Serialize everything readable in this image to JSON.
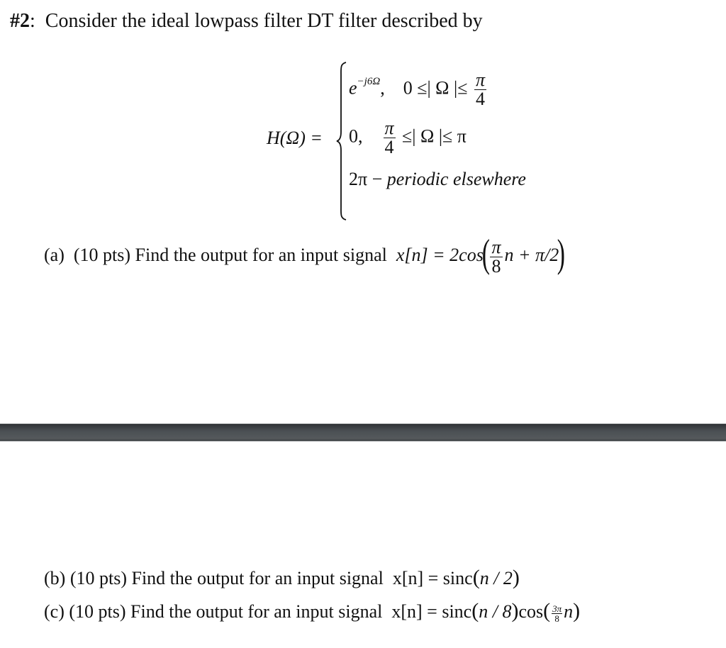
{
  "problem": {
    "number": "#2",
    "separator": ":",
    "intro": "Consider the ideal lowpass filter DT filter described by"
  },
  "filter": {
    "lhs": "H(Ω) =",
    "cases": [
      {
        "value_base": "e",
        "value_exp": "−j6Ω",
        "comma": ",",
        "condition_prefix": "0 ≤| Ω |≤",
        "condition_frac_num": "π",
        "condition_frac_den": "4"
      },
      {
        "value": "0,",
        "condition_frac_num": "π",
        "condition_frac_den": "4",
        "condition_suffix": "≤| Ω |≤ π"
      },
      {
        "value": "2π −",
        "condition_text": "periodic elsewhere"
      }
    ]
  },
  "questions": [
    {
      "label": "(a)",
      "points": "(10 pts)",
      "text": "Find the output for an input signal",
      "signal_lhs": "x[n] = 2cos",
      "arg_frac_num": "π",
      "arg_frac_den": "8",
      "arg_rest": "n + π/2"
    },
    {
      "label": "(b)",
      "points": "(10 pts)",
      "text": "Find the output for an input signal",
      "signal_lhs": "x[n] = sinc",
      "arg": "n / 2"
    },
    {
      "label": "(c)",
      "points": "(10 pts)",
      "text": "Find the output for an input signal",
      "signal_lhs": "x[n] = sinc",
      "arg": "n / 8",
      "cos_label": "cos",
      "cos_frac_num": "3π",
      "cos_frac_den": "8",
      "cos_rest": "n"
    }
  ],
  "colors": {
    "separator_bar": "#4a4f53",
    "text": "#111111"
  }
}
